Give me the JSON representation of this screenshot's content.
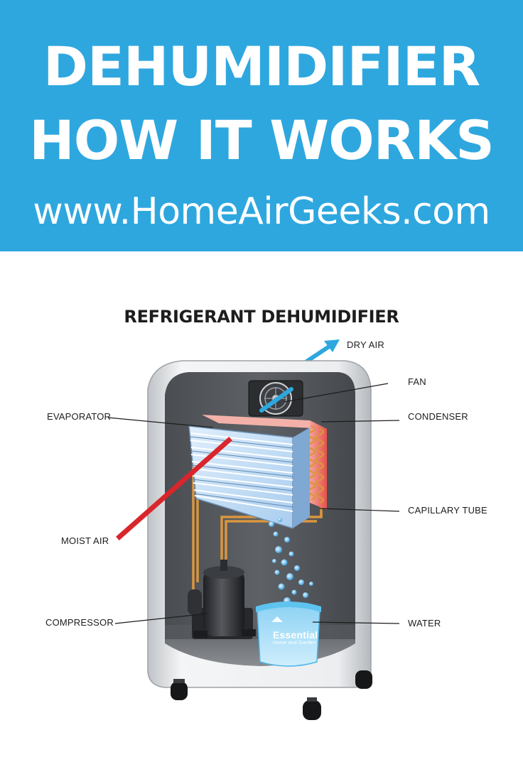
{
  "header": {
    "title_line1": "DEHUMIDIFIER",
    "title_line2": "HOW IT WORKS",
    "website": "www.HomeAirGeeks.com"
  },
  "diagram": {
    "title": "REFRIGERANT DEHUMIDIFIER",
    "labels": {
      "dry_air": "DRY AIR",
      "fan": "FAN",
      "evaporator": "EVAPORATOR",
      "condenser": "CONDENSER",
      "capillary_tube": "CAPILLARY TUBE",
      "moist_air": "MOIST AIR",
      "compressor": "COMPRESSOR",
      "water": "WATER"
    },
    "tank_logo": {
      "brand": "Essential",
      "tagline": "Home and Garden"
    }
  },
  "colors": {
    "banner_blue": "#2ea7df",
    "dry_air_arrow": "#2ea7df",
    "moist_air_arrow": "#d9262c",
    "condenser_red": "#e8514a",
    "copper": "#d9963f"
  }
}
